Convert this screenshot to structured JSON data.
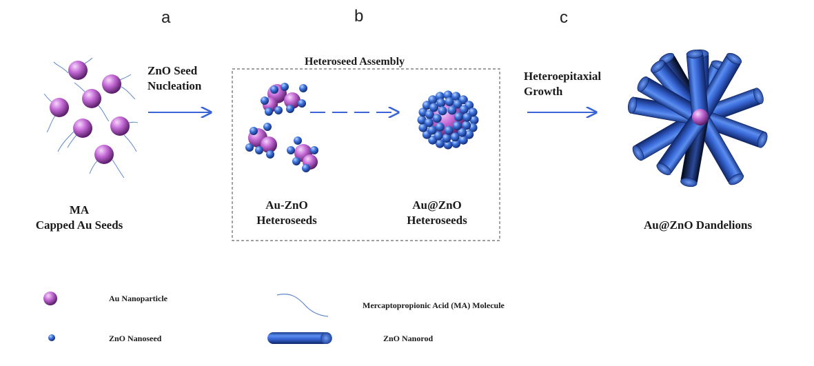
{
  "panels": {
    "a": "a",
    "b": "b",
    "c": "c"
  },
  "step_labels": {
    "nucleation_line1": "ZnO Seed",
    "nucleation_line2": "Nucleation",
    "assembly": "Heteroseed Assembly",
    "growth_line1": "Heteroepitaxial",
    "growth_line2": "Growth"
  },
  "captions": {
    "seeds_line1": "MA",
    "seeds_line2": "Capped Au Seeds",
    "auzno_line1": "Au-ZnO",
    "auzno_line2": "Heteroseeds",
    "auatzno_line1": "Au@ZnO",
    "auatzno_line2": "Heteroseeds",
    "dandelions": "Au@ZnO Dandelions"
  },
  "legend": {
    "au": "Au Nanoparticle",
    "ma": "Mercaptopropionic Acid (MA) Molecule",
    "zno_seed": "ZnO Nanoseed",
    "zno_rod": "ZnO Nanorod"
  },
  "colors": {
    "au_particle": "#b24fc4",
    "zno_seed": "#3a6fd6",
    "zno_rod": "#2f5fc8",
    "ligand": "#5e88c9",
    "arrow": "#3a63d8",
    "box_border": "#666666"
  }
}
